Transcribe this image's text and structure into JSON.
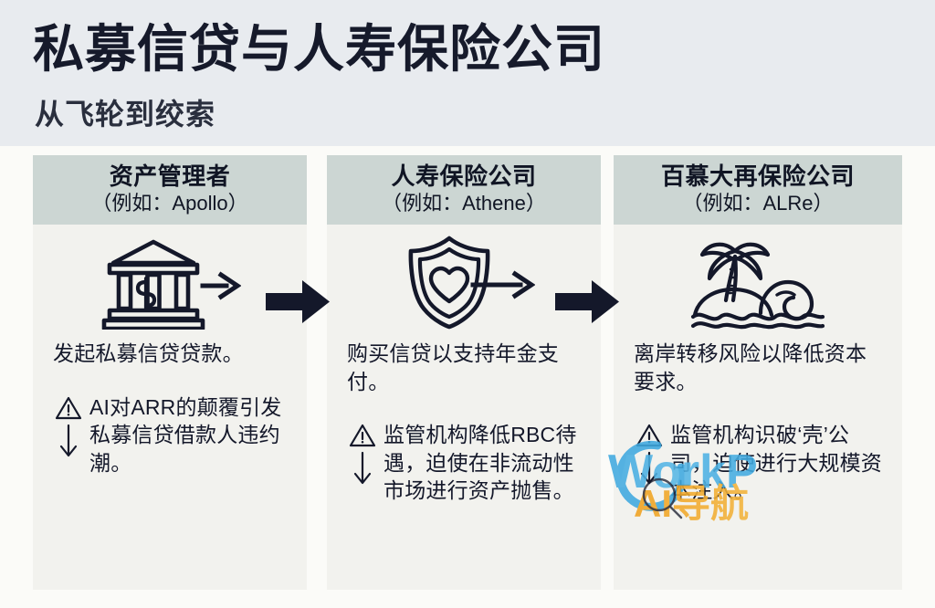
{
  "header": {
    "title": "私募信贷与人寿保险公司",
    "subtitle": "从飞轮到绞索",
    "background_color": "#e8ebef",
    "title_color": "#161a2b"
  },
  "theme": {
    "page_background": "#fbfbf8",
    "card_background": "#f2f2ee",
    "card_header_background": "#ccd6d3",
    "arrow_color": "#14182a",
    "text_color": "#14182a"
  },
  "columns": [
    {
      "id": "asset-manager",
      "title": "资产管理者",
      "subtitle": "（例如：Apollo）",
      "icon": "bank-dollar-arrow-icon",
      "body": "发起私募信贷贷款。",
      "risk_icons": [
        "warning-triangle-icon",
        "down-arrow-icon"
      ],
      "risk": "AI对ARR的颠覆引发私募信贷借款人违约潮。"
    },
    {
      "id": "life-insurer",
      "title": "人寿保险公司",
      "subtitle": "（例如：Athene）",
      "icon": "shield-heart-arrow-icon",
      "body": "购买信贷以支持年金支付。",
      "risk_icons": [
        "warning-triangle-icon",
        "down-arrow-icon"
      ],
      "risk": "监管机构降低RBC待遇，迫使在非流动性市场进行资产抛售。"
    },
    {
      "id": "bermuda-reinsurer",
      "title": "百慕大再保险公司",
      "subtitle": "（例如：ALRe）",
      "icon": "island-palm-wave-icon",
      "body": "离岸转移风险以降低资本要求。",
      "risk_icons": [
        "warning-triangle-icon",
        "down-arrow-icon"
      ],
      "risk": "监管机构识破‘壳’公司，迫使进行大规模资本注入。"
    }
  ],
  "connectors": [
    {
      "id": "arrow-col1-to-col2",
      "icon": "right-arrow-icon"
    },
    {
      "id": "arrow-col2-to-col3",
      "icon": "right-arrow-icon"
    }
  ],
  "watermark": {
    "primary_text": "WorkP",
    "secondary_text": "AI导航",
    "primary_color": "#3fa9e0",
    "secondary_color": "#f0a11e"
  }
}
